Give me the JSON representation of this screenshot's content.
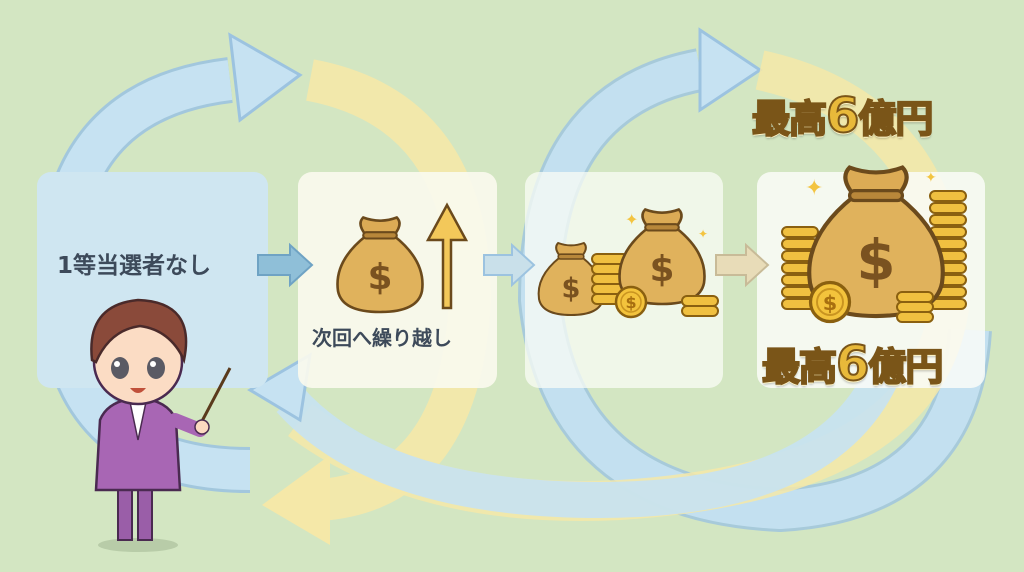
{
  "steps": [
    {
      "label": "1等当選者なし"
    },
    {
      "label": "次回へ繰り越し"
    },
    {
      "label": ""
    },
    {
      "label": ""
    }
  ],
  "prize": {
    "top": {
      "prefix": "最高",
      "number": "6",
      "suffix": "億円"
    },
    "bottom": {
      "prefix": "最高",
      "number": "6",
      "suffix": "億円"
    }
  },
  "colors": {
    "background": "#d3e6c2",
    "blue_arrow": "#bcdcee",
    "yellow_arrow": "#f5e8a8",
    "gold": "#e8b93a",
    "text": "#3d4a5a"
  }
}
